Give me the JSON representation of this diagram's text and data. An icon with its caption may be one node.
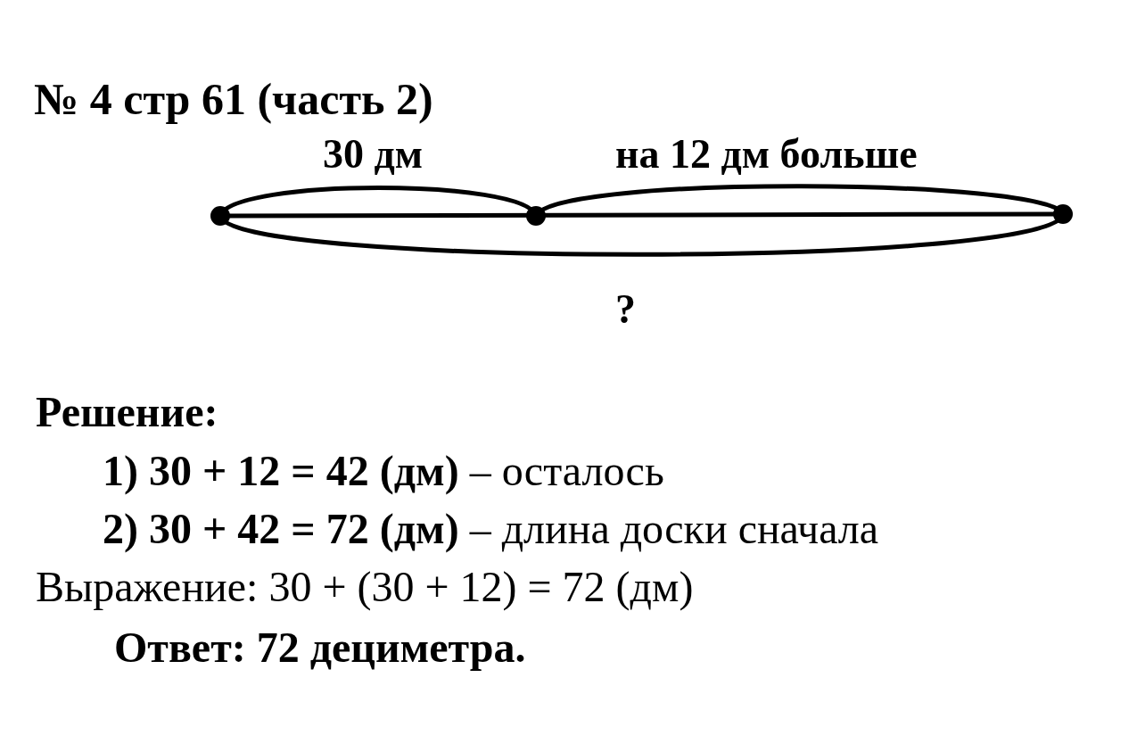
{
  "diagram": {
    "title": "№ 4 стр 61 (часть 2)",
    "labels": [
      "30 дм",
      "на 12 дм больше",
      "?",
      "Решение:",
      "**1)  30 + 12 = 42 (дм)** – осталось",
      "**2)  30 + 42 = 72 (дм)** – длина доски сначала",
      "Выражение: 30 + (30 + 12) = 72 (дм)",
      "Ответ: 72 дециметра."
    ]
  }
}
